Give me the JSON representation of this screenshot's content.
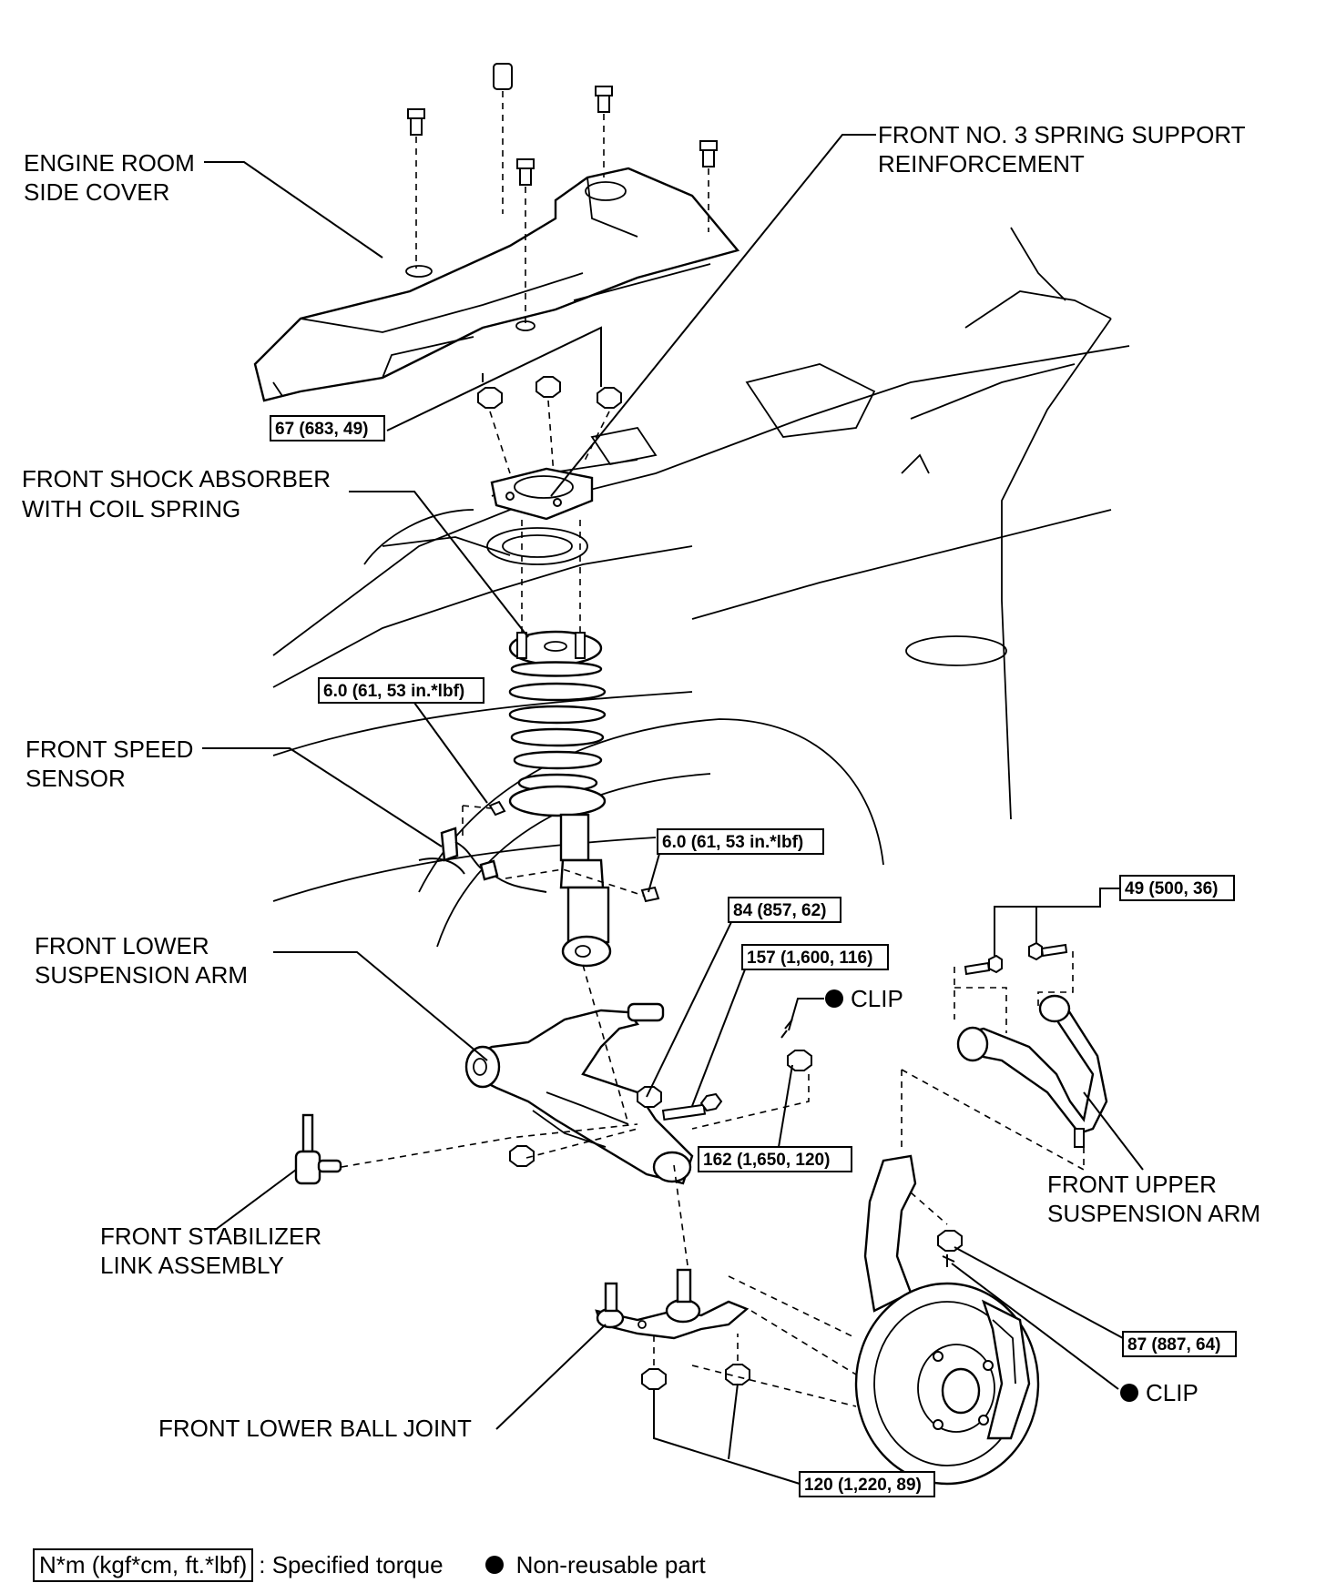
{
  "labels": {
    "engine_room_side_cover": [
      "ENGINE ROOM",
      "SIDE COVER"
    ],
    "front_no3_spring_support": [
      "FRONT NO. 3 SPRING SUPPORT",
      "REINFORCEMENT"
    ],
    "front_shock_absorber": [
      "FRONT SHOCK ABSORBER",
      "WITH COIL SPRING"
    ],
    "front_speed_sensor": [
      "FRONT SPEED",
      "SENSOR"
    ],
    "front_lower_suspension_arm": [
      "FRONT LOWER",
      "SUSPENSION  ARM"
    ],
    "front_stabilizer_link": [
      "FRONT STABILIZER",
      "LINK ASSEMBLY"
    ],
    "front_lower_ball_joint": "FRONT LOWER BALL JOINT",
    "front_upper_suspension_arm": [
      "FRONT UPPER",
      "SUSPENSION ARM"
    ],
    "clip_upper": "CLIP",
    "clip_lower": "CLIP"
  },
  "torques": {
    "cover_nuts": "67 (683, 49)",
    "speed_sensor_bolt": "6.0 (61, 53 in.*lbf)",
    "shock_bracket_bolt": "6.0 (61, 53 in.*lbf)",
    "lower_arm_nut": "84 (857, 62)",
    "lower_arm_bolt": "157 (1,600, 116)",
    "ball_joint_nut": "162 (1,650, 120)",
    "upper_arm_bolts": "49 (500, 36)",
    "upper_arm_nut": "87 (887, 64)",
    "ball_joint_bolts": "120 (1,220, 89)"
  },
  "legend": {
    "torque_box": "N*m (kgf*cm, ft.*lbf)",
    "torque_text": ": Specified torque",
    "nonreusable_text": "Non-reusable part"
  }
}
